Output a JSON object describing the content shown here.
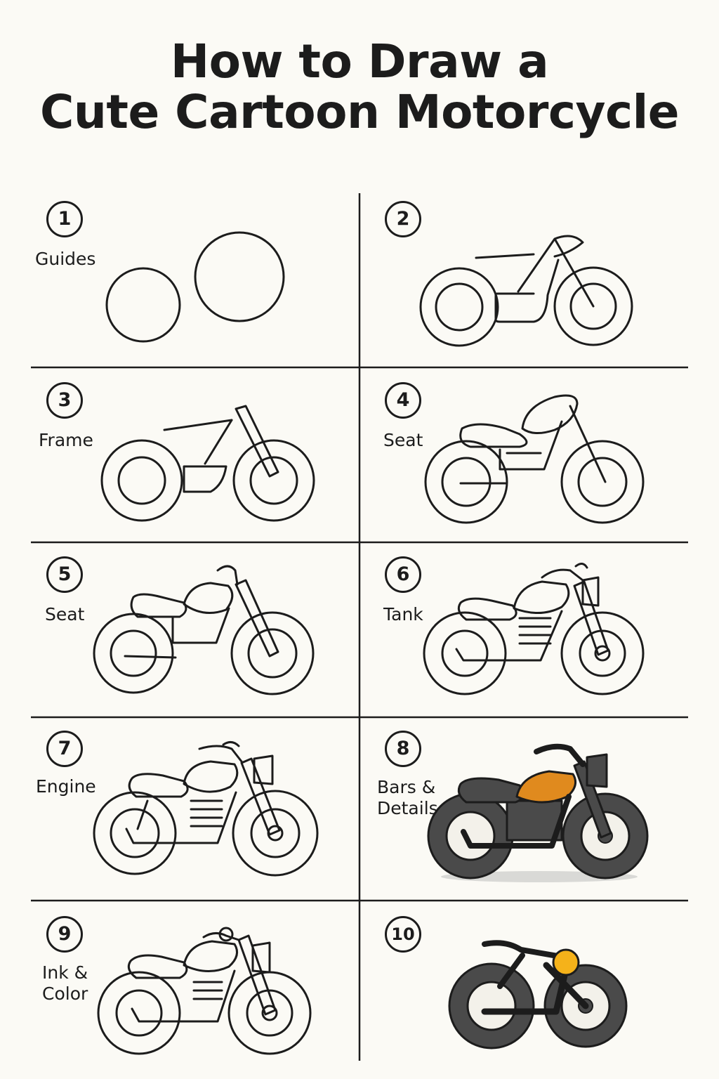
{
  "title": {
    "line1": "How to Draw a",
    "line2": "Cute Cartoon Motorcycle"
  },
  "steps": [
    {
      "number": "1",
      "label": "Guides"
    },
    {
      "number": "2",
      "label": ""
    },
    {
      "number": "3",
      "label": "Frame"
    },
    {
      "number": "4",
      "label": "Seat"
    },
    {
      "number": "5",
      "label": "Seat"
    },
    {
      "number": "6",
      "label": "Tank"
    },
    {
      "number": "7",
      "label": "Engine"
    },
    {
      "number": "8",
      "label": "Bars &\nDetails"
    },
    {
      "number": "9",
      "label": "Ink &\nColor"
    },
    {
      "number": "10",
      "label": ""
    }
  ],
  "colors": {
    "background": "#fbfaf5",
    "ink": "#1c1c1c",
    "body_gray": "#4a4a4a",
    "tank_orange": "#e08a1e",
    "headlight_yellow": "#f5b21a"
  }
}
